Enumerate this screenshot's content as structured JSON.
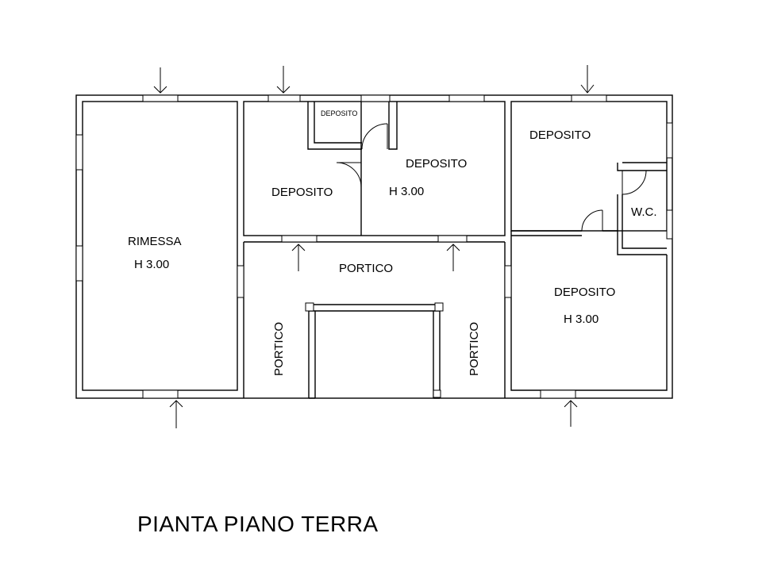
{
  "title": "PIANTA PIANO TERRA",
  "rooms": {
    "rimessa": {
      "name": "RIMESSA",
      "height": "H 3.00"
    },
    "deposito_small": {
      "name": "DEPOSITO"
    },
    "deposito_left": {
      "name": "DEPOSITO"
    },
    "deposito_center": {
      "name": "DEPOSITO",
      "height": "H 3.00"
    },
    "deposito_right_top": {
      "name": "DEPOSITO"
    },
    "wc": {
      "name": "W.C."
    },
    "deposito_right_bottom": {
      "name": "DEPOSITO",
      "height": "H 3.00"
    },
    "portico_center": {
      "name": "PORTICO"
    },
    "portico_left": {
      "name": "PORTICO"
    },
    "portico_right": {
      "name": "PORTICO"
    }
  }
}
